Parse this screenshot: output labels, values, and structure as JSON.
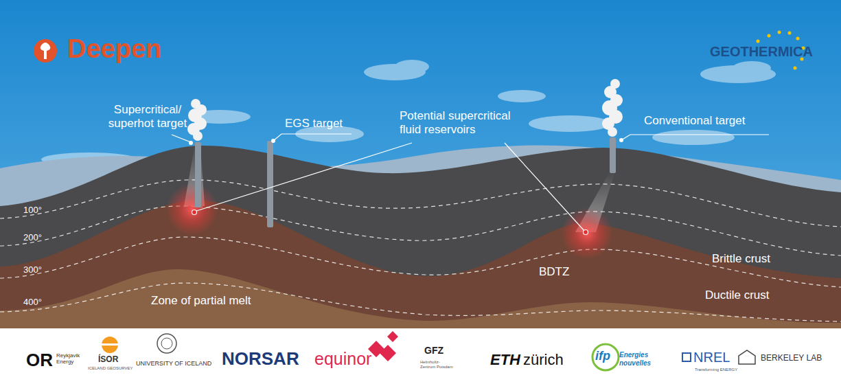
{
  "diagram": {
    "title": "Deepen",
    "labels": [
      "Supercritical/ superhot target",
      "EGS target",
      "Potential supercritical fluid reservoirs",
      "Conventional target",
      "100°",
      "200°",
      "300°",
      "400°",
      "Zone of partial melt",
      "BDTZ",
      "Brittle crust",
      "Ductile crust",
      "GEOTHERMICA",
      "OR",
      "Reykjavik Energy",
      "ÍSOR",
      "ICELAND GEOSURVEY",
      "UNIVERSITY OF ICELAND",
      "NORSAR",
      "equinor",
      "GFZ",
      "Helmholtz-Zentrum Potsdam",
      "ETH",
      "zürich",
      "ifp",
      "Energies nouvelles",
      "NREL",
      "Transforming ENERGY",
      "BERKELEY LAB"
    ]
  }
}
